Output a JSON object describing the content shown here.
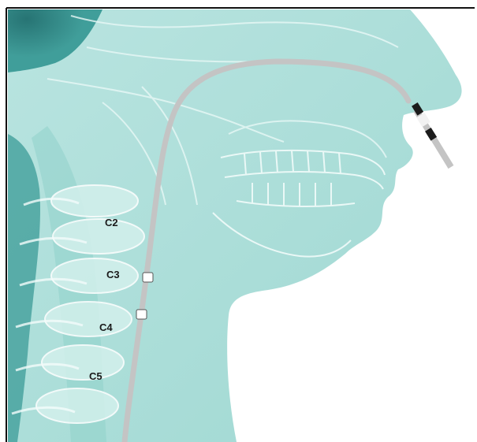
{
  "figure": {
    "vertebra_labels": [
      "C2",
      "C3",
      "C4",
      "C5"
    ],
    "colors": {
      "tissue": "#a9ddd8",
      "tissue_light": "#c6ece8",
      "tissue_dark": "#2e8f8c",
      "bone": "#dff5f2",
      "bone_outline": "#ffffff",
      "tube": "#c4c4c4",
      "tube_marker_dark": "#1b1b1b",
      "tube_marker_light": "#f2f2f2",
      "frame": "#111111"
    }
  }
}
